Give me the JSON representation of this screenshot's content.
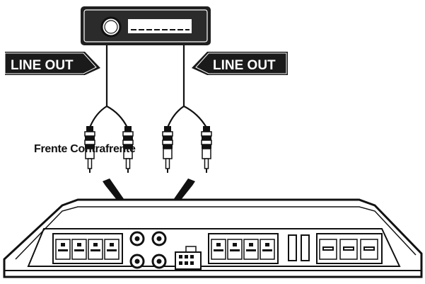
{
  "labels": {
    "line_out_left": "LINE OUT",
    "line_out_right": "LINE OUT",
    "caption": "Frente Contrafrente"
  },
  "colors": {
    "ink": "#111111",
    "panel": "#ffffff",
    "tag_fill": "#1a1a1a",
    "tag_text": "#ffffff",
    "bezel": "#2a2a2a"
  },
  "icons": {
    "head_unit": "car-radio-icon",
    "plug": "rca-plug-icon",
    "arrow": "down-arrow-icon",
    "jack": "rca-jack-icon",
    "terminal": "speaker-terminal-icon"
  }
}
